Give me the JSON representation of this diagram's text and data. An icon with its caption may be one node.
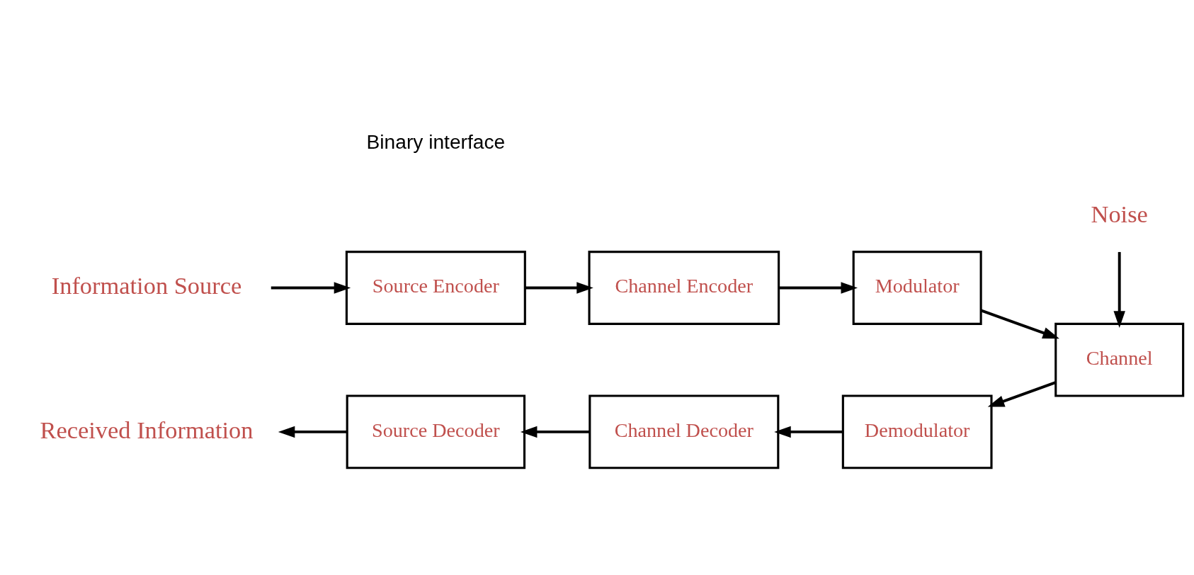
{
  "diagram": {
    "nodes": [
      {
        "text": [
          "Information Source"
        ]
      },
      {
        "text": [
          "Source Encoder"
        ]
      },
      {
        "text": [
          "Channel Encoder"
        ]
      },
      {
        "text": [
          "Modulator"
        ]
      },
      {
        "text": [
          "Channel"
        ]
      },
      {
        "text": [
          "Noise"
        ]
      },
      {
        "text": [
          "Demodulator"
        ]
      },
      {
        "text": [
          "Channel Decoder"
        ]
      },
      {
        "text": [
          "Source Decoder"
        ]
      },
      {
        "text": [
          "Received Information"
        ]
      }
    ],
    "edges": [
      {
        "from": 0,
        "to": 1,
        "arrow": "to"
      },
      {
        "from": 1,
        "to": 2,
        "arrow": "to"
      },
      {
        "from": 2,
        "to": 3,
        "arrow": "to"
      },
      {
        "from": 3,
        "to": 4,
        "arrow": "to"
      },
      {
        "from": 5,
        "to": 4,
        "arrow": "to"
      },
      {
        "from": 4,
        "to": 6,
        "arrow": "to"
      },
      {
        "from": 6,
        "to": 7,
        "arrow": "to"
      },
      {
        "from": 7,
        "to": 8,
        "arrow": "to"
      },
      {
        "from": 8,
        "to": 9,
        "arrow": "to"
      }
    ],
    "labels": [
      "Binary interface"
    ]
  }
}
